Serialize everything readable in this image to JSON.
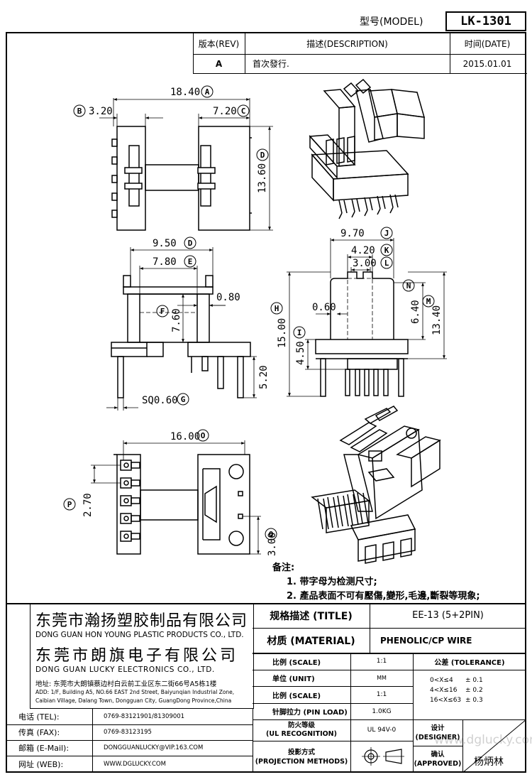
{
  "header": {
    "model_label": "型号(MODEL)",
    "model_value": "LK-1301"
  },
  "revision": {
    "rev_label": "版本(REV)",
    "desc_label": "描述(DESCRIPTION)",
    "date_label": "时间(DATE)",
    "rev_value": "A",
    "desc_value": "首次發行.",
    "date_value": "2015.01.01"
  },
  "dimensions": {
    "d_18_40": "18.40",
    "d_3_20": "3.20",
    "d_7_20": "7.20",
    "d_13_60": "13.60",
    "d_9_50": "9.50",
    "d_7_80": "7.80",
    "d_0_80": "0.80",
    "d_7_60": "7.60",
    "d_5_20": "5.20",
    "d_sq": "SQ0.60",
    "d_9_70": "9.70",
    "d_4_20": "4.20",
    "d_3_00a": "3.00",
    "d_0_60": "0.60",
    "d_15_00": "15.00",
    "d_6_40": "6.40",
    "d_13_40": "13.40",
    "d_4_50": "4.50",
    "d_16_00": "16.00",
    "d_2_70": "2.70",
    "d_3_00b": "3.00"
  },
  "markers": [
    "A",
    "B",
    "C",
    "D",
    "E",
    "F",
    "G",
    "H",
    "I",
    "J",
    "K",
    "L",
    "M",
    "N",
    "O",
    "P",
    "Q"
  ],
  "notes": {
    "title": "备注:",
    "n1": "1. 带字母为检测尺寸;",
    "n2": "2. 產品表面不可有壓傷,變形,毛邊,斷裂等現象;"
  },
  "company": {
    "cn1": "东莞市瀚扬塑胶制品有限公司",
    "en1": "DONG GUAN HON YOUNG PLASTIC PRODUCTS CO., LTD.",
    "cn2": "东莞市朗旗电子有限公司",
    "en2": "DONG GUAN LUCKY ELECTRONICS CO., LTD.",
    "addr_cn": "地址: 东莞市大朗镇蔡边村白云前工业区东二街66号A5栋1楼",
    "addr_en1": "ADD: 1/F, Building A5, NO.66 EAST 2nd Street, Baiyunqian Industrial Zone,",
    "addr_en2": "Caibian Village, Dalang Town, Dongguan City, GuangDong Province,China"
  },
  "contacts": [
    {
      "label": "电话 (TEL):",
      "value": "0769-83121901/81309001"
    },
    {
      "label": "传真 (FAX):",
      "value": "0769-83123195"
    },
    {
      "label": "邮箱 (E-Mail):",
      "value": "DONGGUANLUCKY@VIP.163.COM"
    },
    {
      "label": "网址 (WEB):",
      "value": "WWW.DGLUCKY.COM"
    }
  ],
  "spec": {
    "title_label": "规格描述 (TITLE)",
    "title_value": "EE-13 (5+2PIN)",
    "material_label": "材质 (MATERIAL)",
    "material_value": "PHENOLIC/CP WIRE",
    "scale_label": "比例 (SCALE)",
    "scale_value": "1:1",
    "unit_label": "单位 (UNIT)",
    "unit_value": "MM",
    "scale2_label": "比例 (SCALE)",
    "scale2_value": "1:1",
    "pinload_label": "针脚拉力 (PIN LOAD)",
    "pinload_value": "1.0KG",
    "fire_label1": "防火等级",
    "fire_label2": "(UL RECOGNITION)",
    "fire_value": "UL 94V-0",
    "proj_label1": "投影方式",
    "proj_label2": "(PROJECTION METHODS)",
    "tol_label": "公差 (TOLERANCE)",
    "tol1": "0<X≤4",
    "tol1v": "± 0.1",
    "tol2": "4<X≤16",
    "tol2v": "± 0.2",
    "tol3": "16<X≤63",
    "tol3v": "± 0.3",
    "designer_label1": "设计",
    "designer_label2": "(DESIGNER)",
    "approved_label1": "确认",
    "approved_label2": "(APPROVED)",
    "approved_value": "杨炳林"
  },
  "watermark": "www.dglucky.com"
}
